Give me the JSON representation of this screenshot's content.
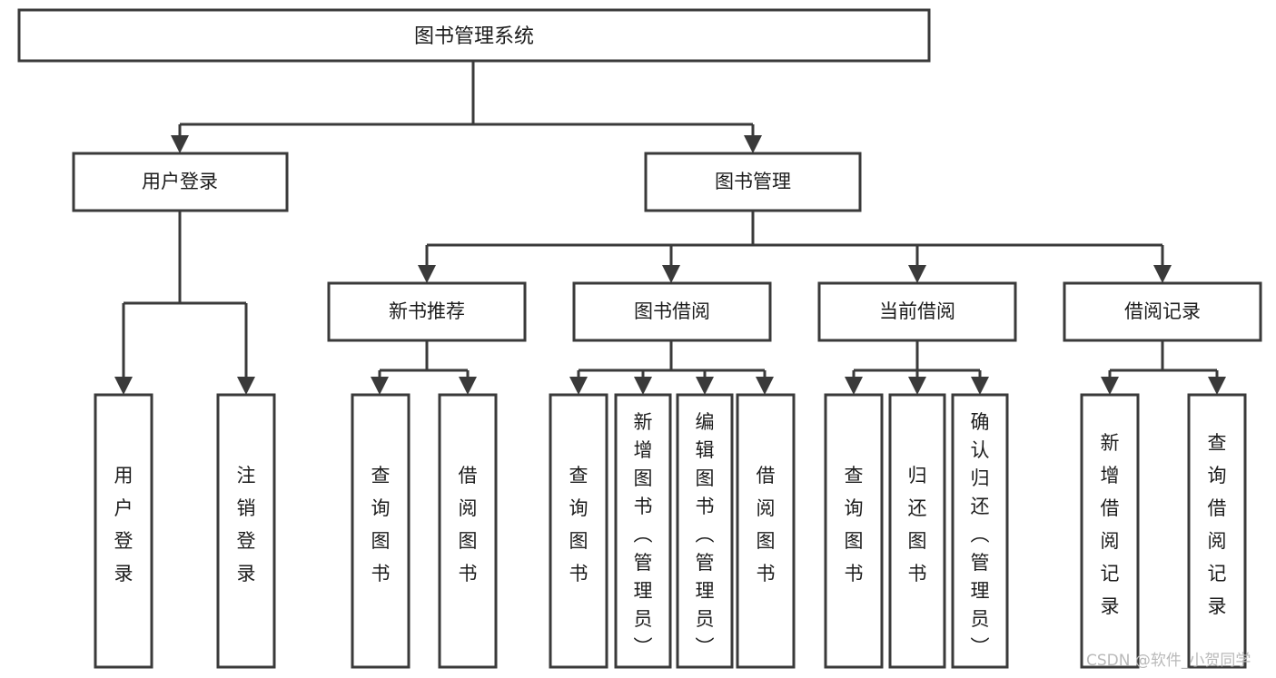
{
  "diagram": {
    "type": "tree-hierarchy-chart",
    "title": "图书管理系统",
    "orientation": "top-down",
    "colors": {
      "box_stroke": "#3a3a3a",
      "box_fill": "#ffffff",
      "text": "#1c1c1c",
      "connector": "#3a3a3a",
      "background": "#ffffff",
      "watermark": "#b9b9b9"
    },
    "root": {
      "label": "图书管理系统"
    },
    "level2": [
      {
        "label": "用户登录"
      },
      {
        "label": "图书管理"
      }
    ],
    "level3": [
      {
        "label": "新书推荐"
      },
      {
        "label": "图书借阅"
      },
      {
        "label": "当前借阅"
      },
      {
        "label": "借阅记录"
      }
    ],
    "leaves": {
      "user_login": [
        {
          "label": "用户登录"
        },
        {
          "label": "注销登录"
        }
      ],
      "new_book_recommend": [
        {
          "label": "查询图书"
        },
        {
          "label": "借阅图书"
        }
      ],
      "book_borrow": [
        {
          "label": "查询图书"
        },
        {
          "label": "新增图书（管理员）"
        },
        {
          "label": "编辑图书（管理员）"
        },
        {
          "label": "借阅图书"
        }
      ],
      "current_borrow": [
        {
          "label": "查询图书"
        },
        {
          "label": "归还图书"
        },
        {
          "label": "确认归还（管理员）"
        }
      ],
      "borrow_record": [
        {
          "label": "新增借阅记录"
        },
        {
          "label": "查询借阅记录"
        }
      ]
    }
  },
  "watermark": {
    "text": "CSDN @软件_小贺同学"
  }
}
